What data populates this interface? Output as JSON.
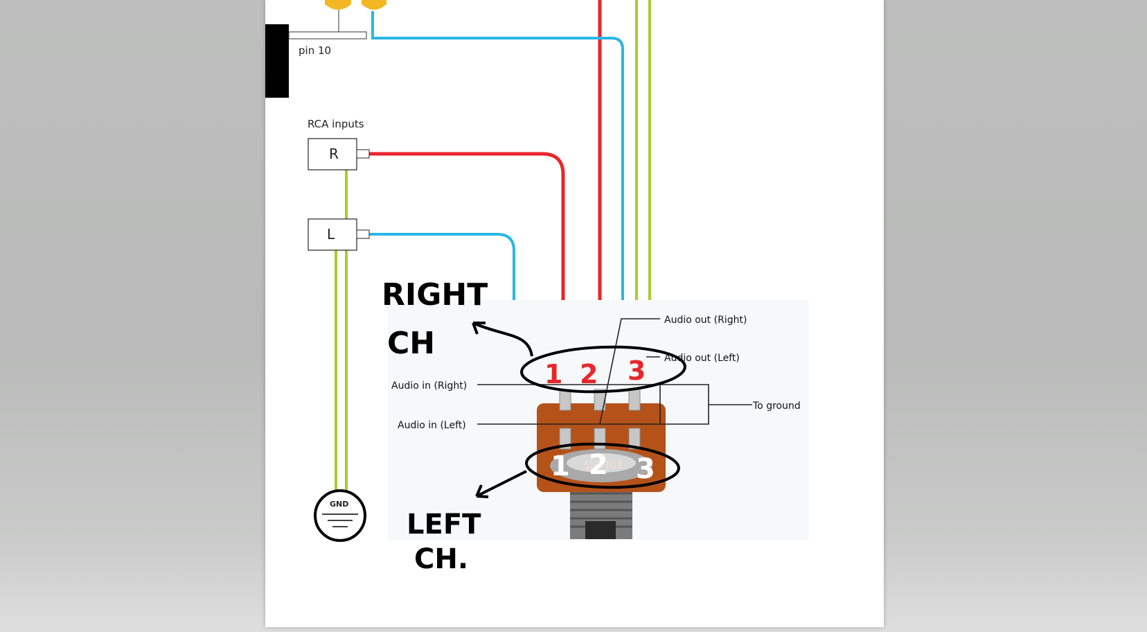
{
  "diagram": {
    "pin_label": "pin 10",
    "rca_heading": "RCA inputs",
    "jack_right": "R",
    "jack_left": "L",
    "ground_label": "GND",
    "pot": {
      "audio_out_right": "Audio out (Right)",
      "audio_out_left": "Audio out (Left)",
      "audio_in_right": "Audio in (Right)",
      "audio_in_left": "Audio in (Left)",
      "to_ground": "To ground",
      "body_marking": "10LOG"
    },
    "annotations": {
      "right_line1": "RIGHT",
      "right_line2": "CH",
      "left_line1": "LEFT",
      "left_line2": "CH.",
      "top_pin_1": "1",
      "top_pin_2": "2",
      "top_pin_3": "3",
      "bottom_pin_1": "1",
      "bottom_pin_2": "2",
      "bottom_pin_3": "3"
    },
    "colors": {
      "red_wire": "#e8262b",
      "blue_wire": "#2ab6e6",
      "green_wire": "#a8cc32",
      "connector_yellow": "#f2b722",
      "pot_brown": "#b5521a",
      "ink": "#000000"
    }
  }
}
